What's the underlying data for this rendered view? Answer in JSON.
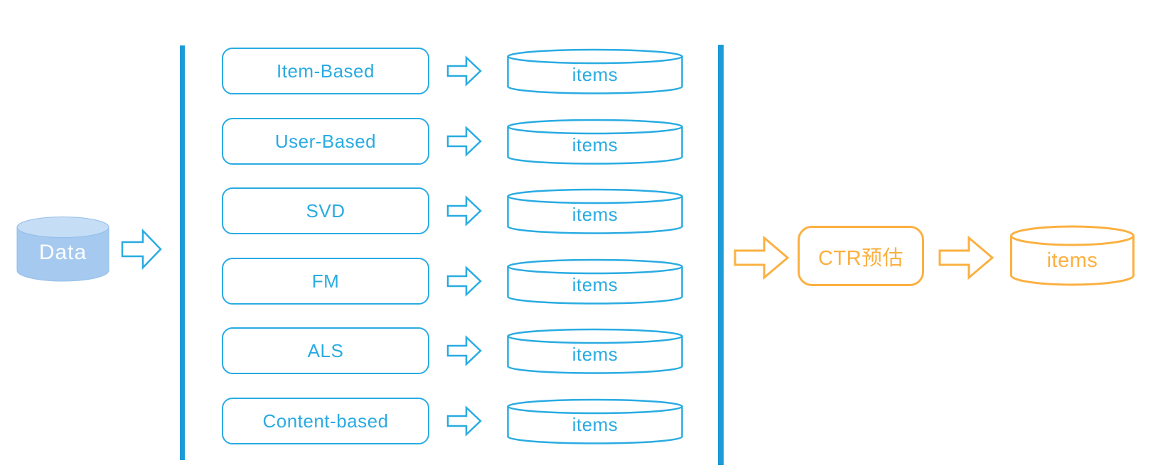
{
  "diagram": {
    "source": {
      "label": "Data"
    },
    "branches": [
      {
        "label": "Item-Based",
        "output": "items"
      },
      {
        "label": "User-Based",
        "output": "items"
      },
      {
        "label": "SVD",
        "output": "items"
      },
      {
        "label": "FM",
        "output": "items"
      },
      {
        "label": "ALS",
        "output": "items"
      },
      {
        "label": "Content-based",
        "output": "items"
      }
    ],
    "ranker": {
      "label": "CTR预估",
      "output": "items"
    },
    "colors": {
      "blue_stroke": "#29ABE2",
      "blue_bar": "#1E9BD6",
      "orange": "#FBB040",
      "data_fill": "#A5C9EF",
      "data_fill_top": "#C6DDF6",
      "data_edge": "#93BFEA",
      "text_on_data": "#FFFFFF"
    }
  }
}
